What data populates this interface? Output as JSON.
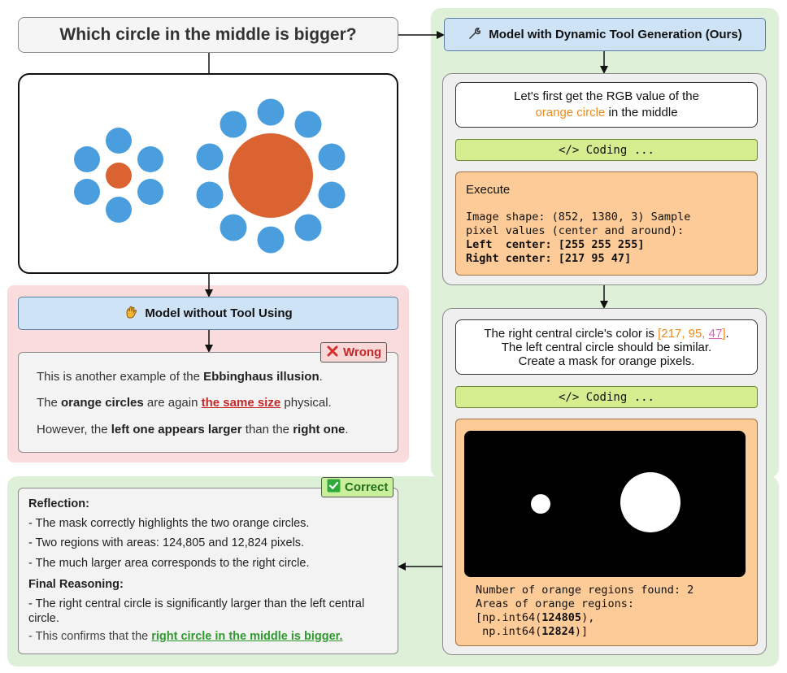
{
  "question": "Which circle in the middle is bigger?",
  "left_model": {
    "title": "Model without Tool Using",
    "verdict": "Wrong",
    "p1": {
      "a": "This is another example of the ",
      "b": "Ebbinghaus illusion",
      "c": "."
    },
    "p2": {
      "a": "The ",
      "b": "orange circles",
      "c": " are again ",
      "d": "the same size",
      "e": " physical."
    },
    "p3": {
      "a": "However, the ",
      "b": "left one appears larger",
      "c": " than the ",
      "d": "right one",
      "e": "."
    }
  },
  "right_model": {
    "title": "Model with Dynamic Tool Generation (Ours)",
    "step1": {
      "a": "Let's first get the RGB value of the",
      "b": "orange circle",
      "c": " in the middle"
    },
    "coding_label": "</> Coding ...",
    "exec1": {
      "heading": "Execute",
      "line1": "Image shape: (852, 1380, 3) Sample",
      "line2": "pixel values (center and around):",
      "line3": "Left  center: [255 255 255]",
      "line4": "Right center: [217 95 47]"
    },
    "step2": {
      "a": "The right central circle's color is ",
      "rgb_open": "[217, 95, ",
      "rgb_last": "47",
      "rgb_close": "]",
      "b": ".",
      "line2": "The left central circle should be similar.",
      "line3": "Create a mask for orange pixels."
    },
    "exec2": {
      "line1": "Number of orange regions found: 2",
      "line2": "Areas of orange regions:",
      "line3_a": "[np.int64(",
      "line3_b": "124805",
      "line3_c": "),",
      "line4_a": " np.int64(",
      "line4_b": "12824",
      "line4_c": ")]"
    }
  },
  "result": {
    "verdict": "Correct",
    "reflection_title": "Reflection:",
    "r1": "- The mask correctly highlights the two orange circles.",
    "r2": "- Two regions  with areas: 124,805 and 12,824 pixels.",
    "r3": "- The much larger area corresponds to the right circle.",
    "final_title": "Final Reasoning:",
    "f1": "- The right central circle is significantly larger than the left central circle.",
    "f2_a": "- This confirms that the ",
    "f2_b": "right circle in the middle is bigger."
  },
  "colors": {
    "blue_dot": "#4a9ede",
    "orange_dot": "#db6332",
    "green_bg": "#dff0d8",
    "red_bg": "#fbdcdc"
  },
  "icons": [
    "wrench-icon",
    "waving-hand-icon",
    "cross-mark-icon",
    "check-mark-icon"
  ]
}
